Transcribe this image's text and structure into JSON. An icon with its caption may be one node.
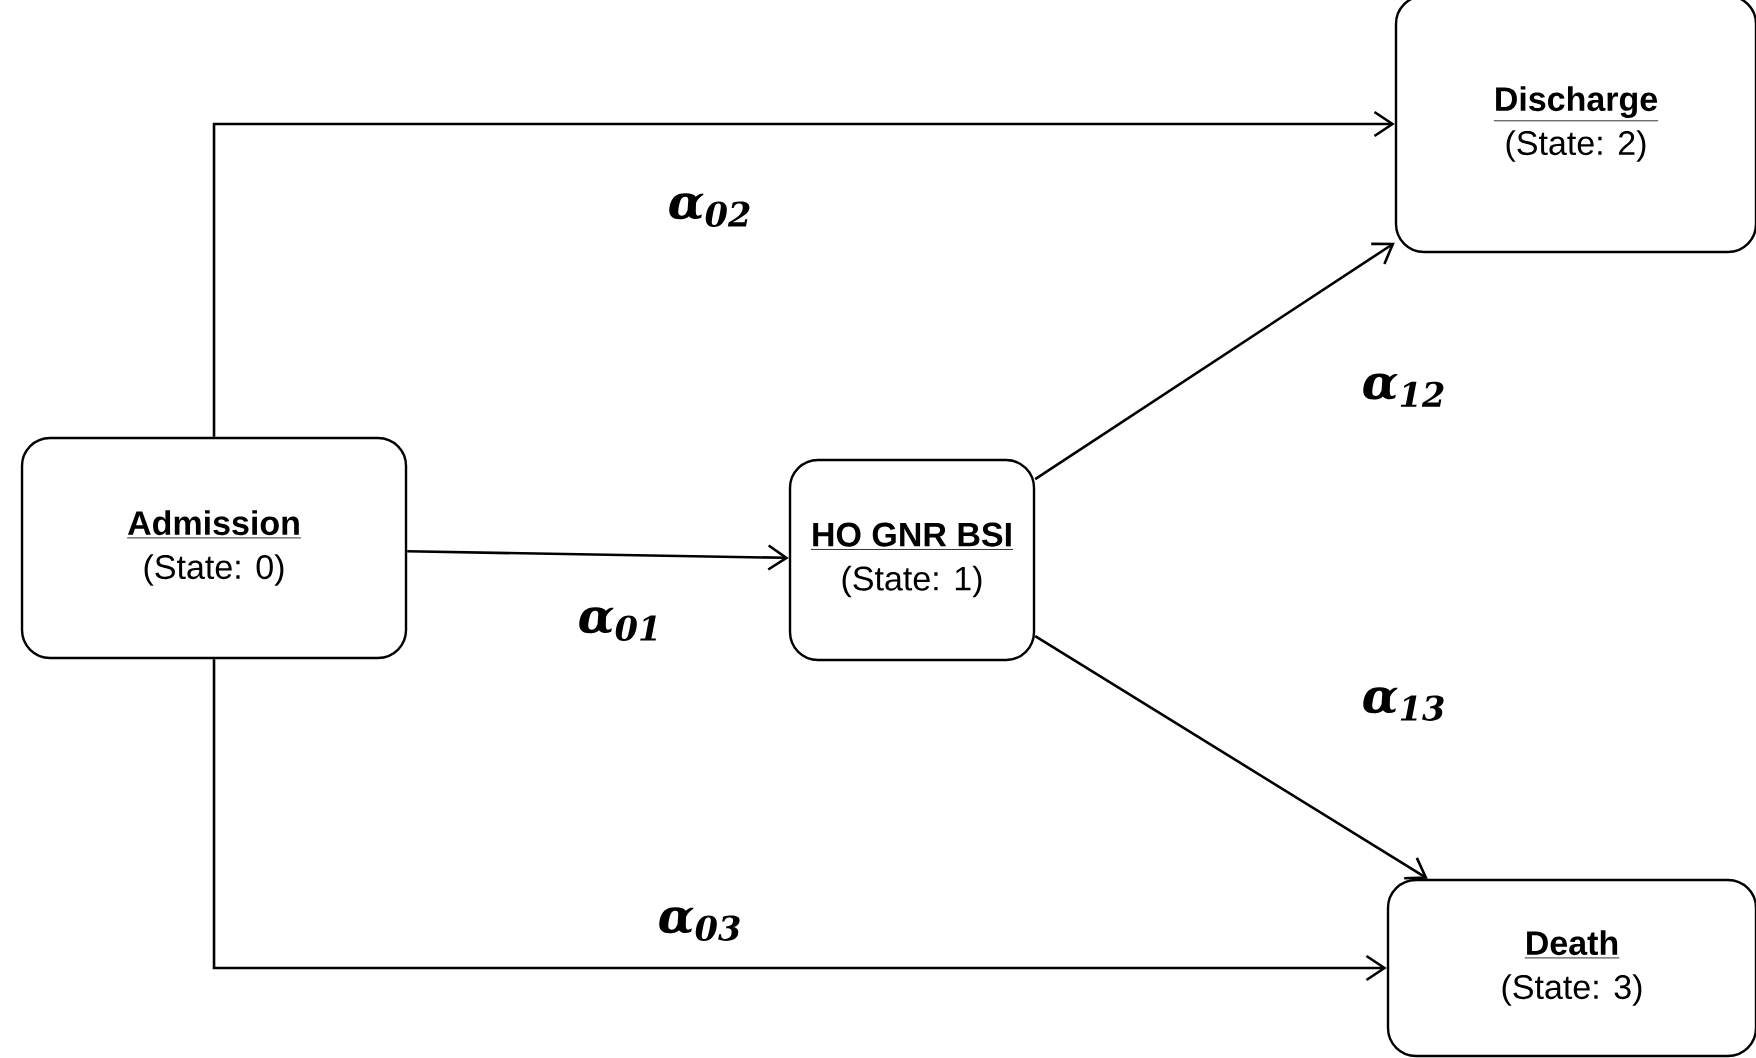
{
  "diagram": {
    "nodes": [
      {
        "text": [
          "Admission",
          "(State: 0)"
        ]
      },
      {
        "text": [
          "HO GNR BSI",
          "(State: 1)"
        ]
      },
      {
        "text": [
          "Discharge",
          "(State: 2)"
        ]
      },
      {
        "text": [
          "Death",
          "(State: 3)"
        ]
      }
    ],
    "edges": [
      {
        "from": 0,
        "to": 2,
        "arrow": "to",
        "label": "α$_{02}$"
      },
      {
        "from": 0,
        "to": 1,
        "arrow": "to",
        "label": "α$_{01}$"
      },
      {
        "from": 1,
        "to": 2,
        "arrow": "to",
        "label": "α$_{12}$"
      },
      {
        "from": 1,
        "to": 3,
        "arrow": "to",
        "label": "α$_{13}$"
      },
      {
        "from": 0,
        "to": 3,
        "arrow": "to",
        "label": "α$_{03}$"
      }
    ]
  }
}
